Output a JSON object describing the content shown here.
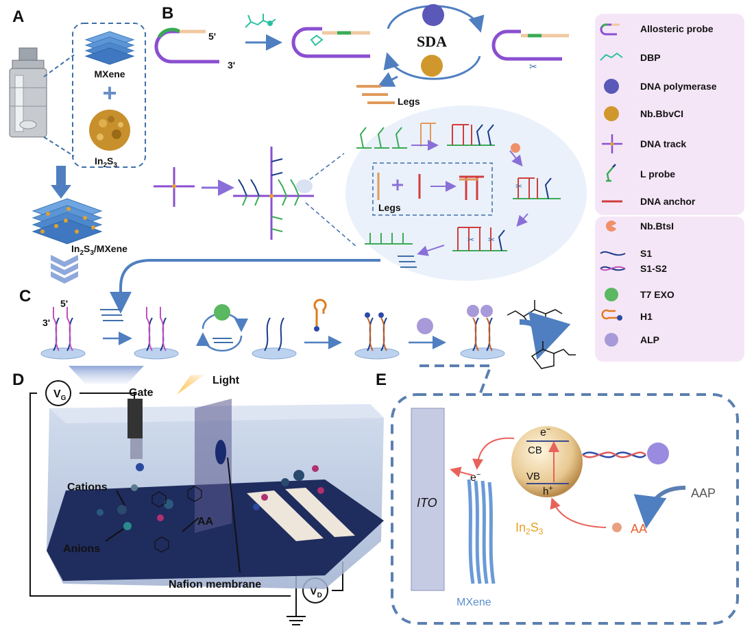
{
  "panels": {
    "a": "A",
    "b": "B",
    "c": "C",
    "d": "D",
    "e": "E"
  },
  "panel_a": {
    "mxene": "MXene",
    "plus": "+",
    "in2s3_main": "In",
    "in2s3_sub1": "2",
    "in2s3_mid": "S",
    "in2s3_sub2": "3",
    "composite_main": "In",
    "composite_sub1": "2",
    "composite_mid": "S",
    "composite_sub2": "3",
    "composite_tail": "/MXene"
  },
  "panel_b": {
    "five_prime": "5'",
    "three_prime": "3'",
    "sda": "SDA",
    "legs": "Legs",
    "legs_inset": "Legs"
  },
  "legend": [
    {
      "label": "Allosteric probe",
      "icon": "allosteric-probe-icon"
    },
    {
      "label": "DBP",
      "icon": "dbp-molecule-icon"
    },
    {
      "label": "DNA polymerase",
      "icon": "dna-polymerase-icon"
    },
    {
      "label": "Nb.BbvCI",
      "icon": "nb-bbvci-icon"
    },
    {
      "label": "DNA track",
      "icon": "dna-track-icon"
    },
    {
      "label": "L probe",
      "icon": "l-probe-icon"
    },
    {
      "label": "DNA anchor",
      "icon": "dna-anchor-icon"
    },
    {
      "label": "Nb.BtsI",
      "icon": "nb-btsi-icon"
    },
    {
      "label": "S1",
      "icon": "s1-strand-icon"
    },
    {
      "label": "S1-S2",
      "icon": "s1-s2-duplex-icon"
    },
    {
      "label": "T7 EXO",
      "icon": "t7-exo-icon"
    },
    {
      "label": "H1",
      "icon": "h1-hairpin-icon"
    },
    {
      "label": "ALP",
      "icon": "alp-enzyme-icon"
    }
  ],
  "panel_c": {
    "five_prime": "5'",
    "three_prime": "3'"
  },
  "panel_d": {
    "vg_main": "V",
    "vg_sub": "G",
    "vd_main": "V",
    "vd_sub": "D",
    "gate": "Gate",
    "light": "Light",
    "cations": "Cations",
    "anions": "Anions",
    "aa": "AA",
    "nafion": "Nafion membrane"
  },
  "panel_e": {
    "ito": "ITO",
    "mxene": "MXene",
    "e_minus_1": "e",
    "e_minus_2": "e",
    "minus": "−",
    "cb": "CB",
    "vb": "VB",
    "h_plus": "h",
    "plus": "+",
    "in2s3_main": "In",
    "in2s3_sub1": "2",
    "in2s3_mid": "S",
    "in2s3_sub2": "3",
    "aa": "AA",
    "aap": "AAP"
  },
  "colors": {
    "arrow_blue": "#4f7fc0",
    "dashed_blue": "#3d6ea8",
    "purple_strand": "#8a4fd0",
    "green_strand": "#3aaa55",
    "orange_strand": "#e09a5a",
    "red_anchor": "#d03c3c",
    "legend_bg": "#f5e6f7",
    "ellipse_bg": "#eaf1fa",
    "mxene_blue": "#5b8fd0",
    "in2s3_gold": "#c8902c",
    "cb_arrow_red": "#e8625a",
    "in2s3_text": "#e8a020",
    "aa_text": "#e8602c"
  }
}
